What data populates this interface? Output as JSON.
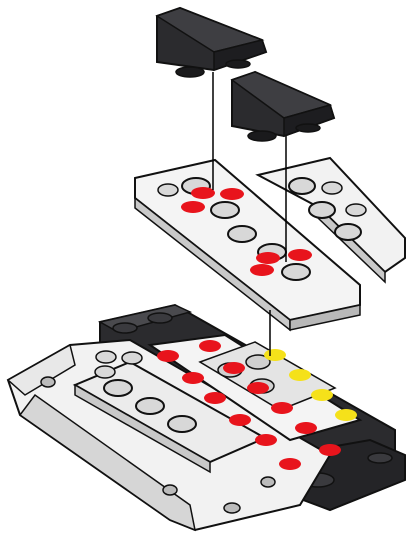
{
  "scene": {
    "kind": "lego-building-instruction-step",
    "colors": {
      "background": "#ffffff",
      "dark_brick": "#2b2b2e",
      "dark_brick_shade": "#1a1a1c",
      "light_plate": "#f2f2f2",
      "plate_shade": "#c9c9c9",
      "outline": "#111111",
      "red_marker": "#e8141c",
      "yellow_marker": "#f5e11a",
      "guide_line": "#000000"
    },
    "parts": [
      {
        "name": "dark-slope-brick-1",
        "icon": "slope-brick-icon"
      },
      {
        "name": "dark-slope-brick-2",
        "icon": "slope-brick-icon"
      },
      {
        "name": "light-plate-left",
        "icon": "plate-icon"
      },
      {
        "name": "light-plate-right",
        "icon": "plate-icon"
      },
      {
        "name": "base-assembly",
        "icon": "assembly-icon"
      }
    ]
  }
}
